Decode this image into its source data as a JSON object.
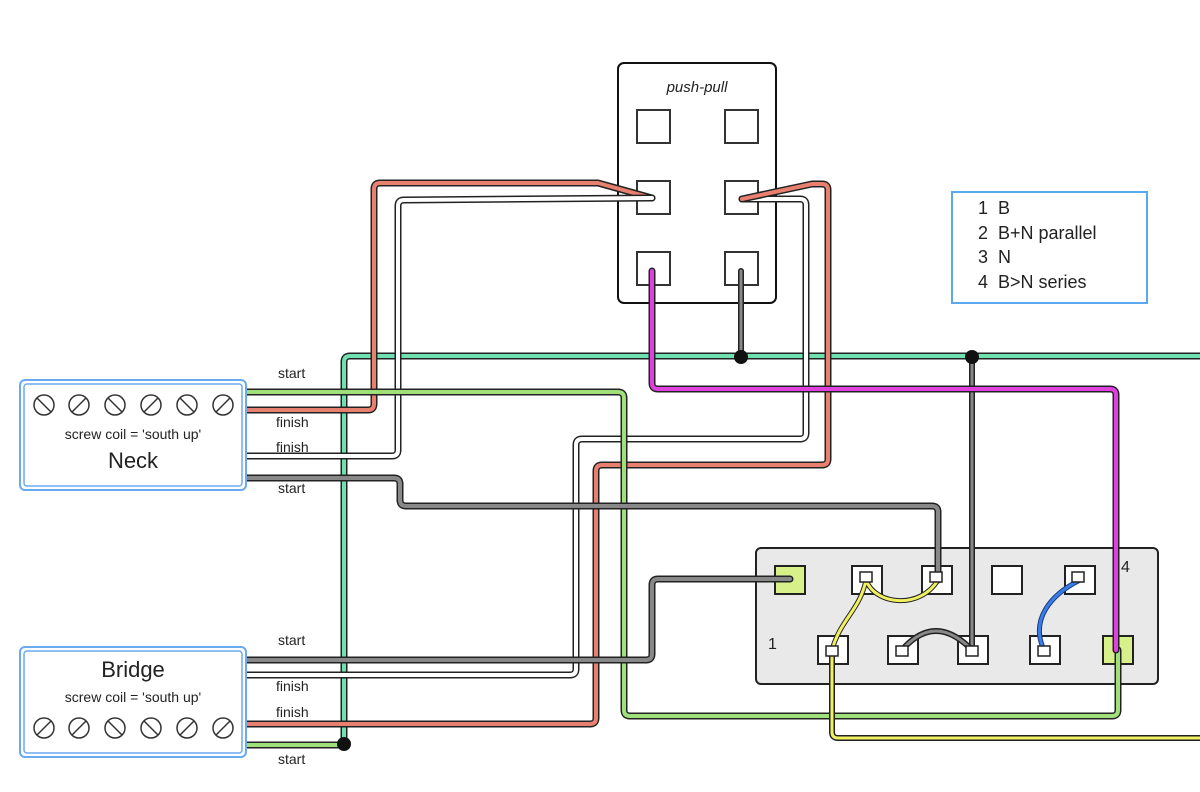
{
  "switch_title": "push-pull",
  "legend": [
    {
      "num": "1",
      "text": "B"
    },
    {
      "num": "2",
      "text": "B+N parallel"
    },
    {
      "num": "3",
      "text": "N"
    },
    {
      "num": "4",
      "text": "B>N series"
    }
  ],
  "neck": {
    "name": "Neck",
    "note": "screw coil = 'south up'",
    "wire_labels": [
      "start",
      "finish",
      "finish",
      "start"
    ]
  },
  "bridge": {
    "name": "Bridge",
    "note": "screw coil = 'south up'",
    "wire_labels": [
      "start",
      "finish",
      "finish",
      "start"
    ]
  },
  "selector": {
    "label_left": "1",
    "label_right": "4"
  },
  "colors": {
    "red": "#e88070",
    "white": "#ffffff",
    "green": "#9fe07a",
    "teal": "#6fe0b0",
    "gray": "#888888",
    "magenta": "#e040e0",
    "yellow": "#f0f060",
    "blue": "#3a7de8",
    "pickup_border": "#6aaaf0"
  }
}
